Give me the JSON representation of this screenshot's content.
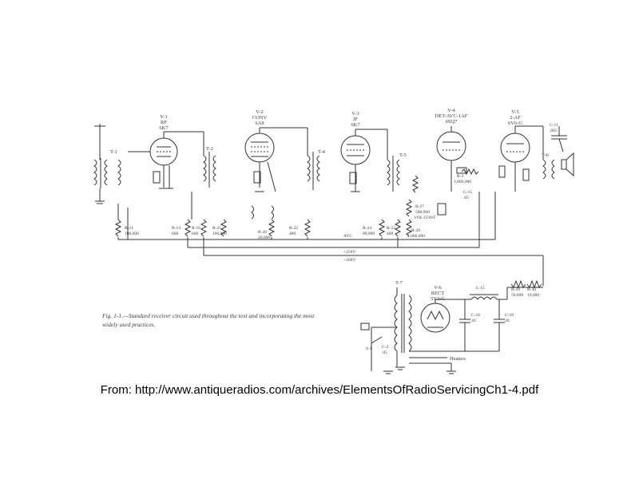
{
  "figure": {
    "caption": "Fig. 1-1.—Standard receiver circuit used throughout the text and incorporating the most widely used practices.",
    "tubes": [
      {
        "ref": "V-1",
        "func": "RF",
        "type": "6K7"
      },
      {
        "ref": "V-2",
        "func": "CONV",
        "type": "6A8"
      },
      {
        "ref": "V-3",
        "func": "IF",
        "type": "6K7"
      },
      {
        "ref": "V-4",
        "func": "DET-AVC-1AF",
        "type": "6SQ7"
      },
      {
        "ref": "V-5",
        "func": "2-AF",
        "type": "6V6-G"
      },
      {
        "ref": "V-6",
        "func": "RECT",
        "type": "5Y3-G"
      }
    ],
    "transformers": [
      "T-1",
      "T-2",
      "T-4",
      "T-5",
      "T-6",
      "T-7"
    ],
    "resistors": [
      {
        "ref": "R-21",
        "value": "100,000"
      },
      {
        "ref": "R-14",
        "value": "600"
      },
      {
        "ref": "R-16",
        "value": "600"
      },
      {
        "ref": "R-25",
        "value": "100,000"
      },
      {
        "ref": "R-20",
        "value": "20,000"
      },
      {
        "ref": "R-22",
        "value": "400"
      },
      {
        "ref": "R-24",
        "value": "80,000"
      },
      {
        "ref": "R-23",
        "value": "400"
      },
      {
        "ref": "R-27",
        "value": "500,000"
      },
      {
        "ref": "R-28",
        "value": "1,000,000"
      },
      {
        "ref": "R-3",
        "value": "1,000,000"
      },
      {
        "ref": "R-29",
        "value": "50,000"
      },
      {
        "ref": "R-30",
        "value": "10,000"
      }
    ],
    "capacitors": [
      {
        "ref": "C-11",
        "value": ".005"
      },
      {
        "ref": "C-2",
        "value": ".05"
      },
      {
        "ref": "C-16",
        "value": "20"
      },
      {
        "ref": "C-18",
        "value": "20"
      },
      {
        "ref": "C-15",
        "value": ".05"
      }
    ],
    "parts": {
      "choke": "L-15",
      "switch": "S-1",
      "volume_control": "VOL CONT",
      "heaters": "Heaters"
    },
    "rails": {
      "avc": "AVC",
      "b_plus_1": "+250V",
      "b_plus_2": "+100V"
    }
  },
  "source_label": "From: http://www.antiqueradios.com/archives/ElementsOfRadioServicingCh1-4.pdf"
}
